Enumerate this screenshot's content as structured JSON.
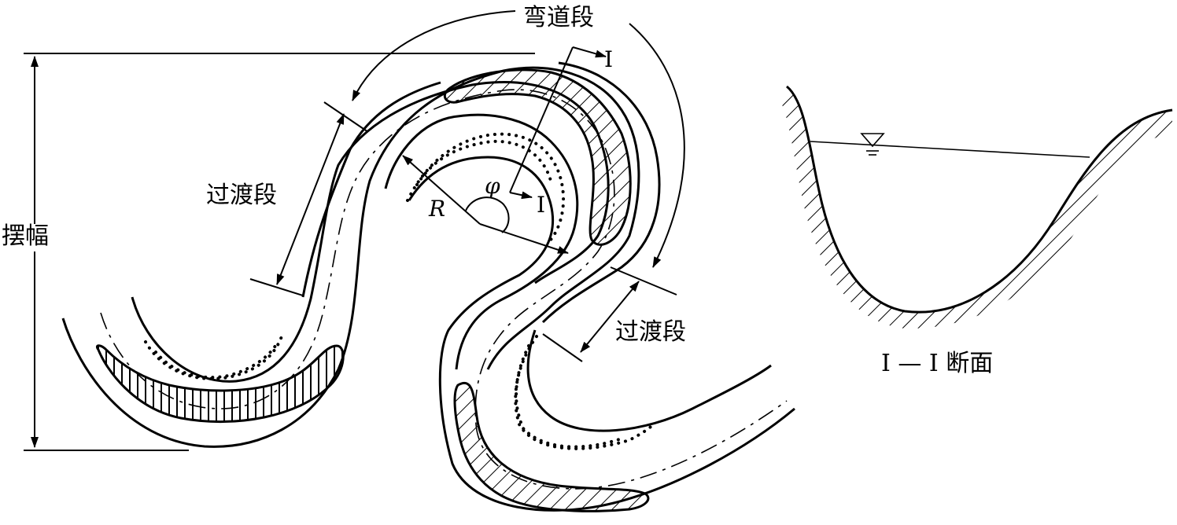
{
  "labels": {
    "bend_section": "弯道段",
    "transition_upper": "过渡段",
    "transition_lower": "过渡段",
    "amplitude": "摆幅",
    "radius": "R",
    "angle": "φ",
    "section_mark_top": "I",
    "section_mark_mid": "I",
    "cross_section_title": "I — I 断面"
  }
}
